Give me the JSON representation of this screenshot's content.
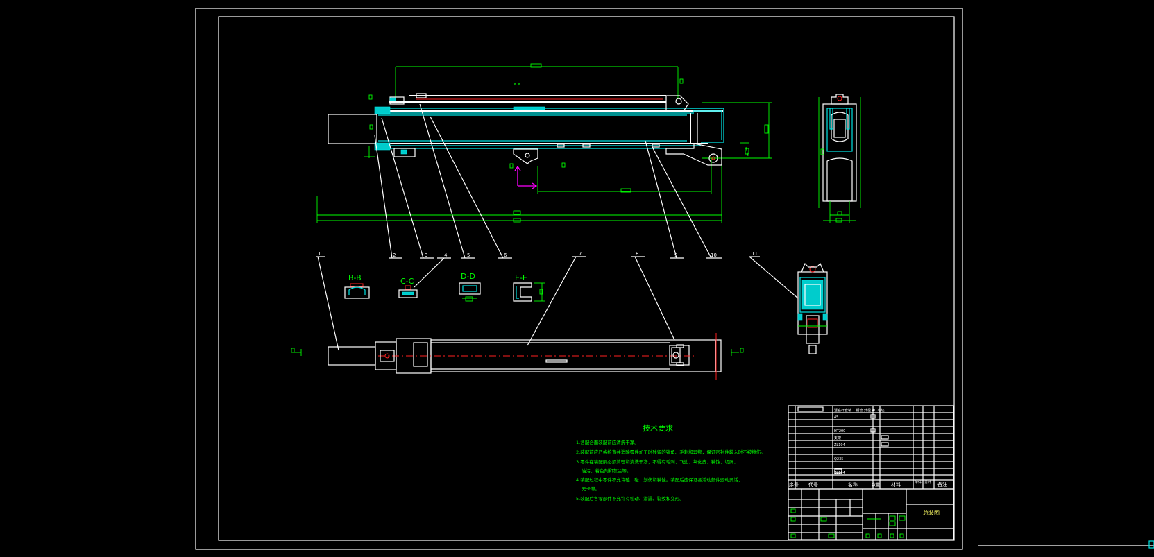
{
  "drawing": {
    "title_block_name": "总装图",
    "tech_requirements": {
      "heading": "技术要求",
      "items": [
        "1.各配合面装配前应清洗干净。",
        "2.装配前应严格检查并消除零件加工时残留的锐角、毛刺和异物，保证密封件装入时不被擦伤。",
        "3.零件在装配前必须清理和清洗干净，不得有毛刺、飞边、氧化皮、锈蚀、切屑、",
        "油污、着色剂和灰尘等。",
        "4.装配过程中零件不允许磕、碰、划伤和锈蚀。装配后应保证各活动部件运动灵活，",
        "无卡滞。",
        "5.装配后各零部件不允许有松动、渗漏、裂纹和变形。"
      ]
    },
    "section_labels": [
      "B-B",
      "C-C",
      "D-D",
      "E-E"
    ],
    "view_label": "A-A",
    "part_numbers": [
      "1",
      "2",
      "3",
      "4",
      "5",
      "6",
      "7",
      "8",
      "9",
      "10",
      "11"
    ],
    "bom_header": [
      "序号",
      "代号",
      "名称",
      "数量",
      "材料",
      "单件",
      "总计",
      "备注"
    ],
    "bom_rows": [
      "活塞杆套装 1 钢管 外径 40 毛坯",
      "45",
      "",
      "HT200",
      "支架",
      "ZL104",
      "",
      "Q235",
      "",
      "ZL104",
      ""
    ],
    "colors": {
      "background": "#000000",
      "frame": "#ffffff",
      "dimension": "#00ff00",
      "section": "#00e5e5",
      "centerline": "#ff2020",
      "ucs": "#ff00ff",
      "text": "#00ff00"
    }
  }
}
